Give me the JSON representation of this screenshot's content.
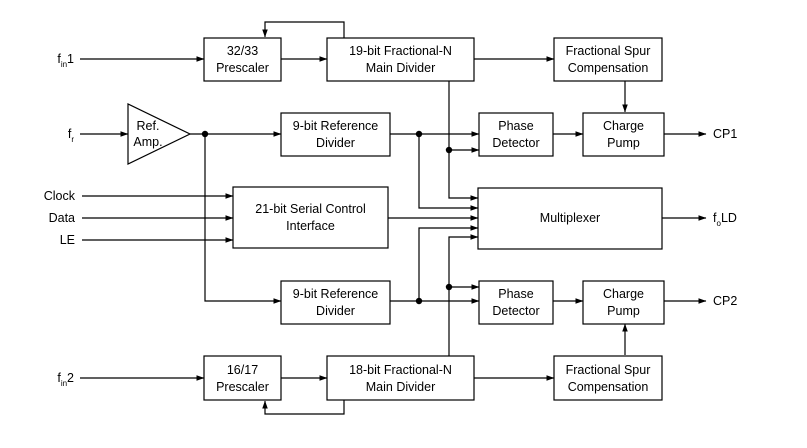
{
  "blocks": {
    "prescaler_top": [
      "32/33",
      "Prescaler"
    ],
    "main_divider_top": [
      "19-bit Fractional-N",
      "Main Divider"
    ],
    "spur_comp_top": [
      "Fractional Spur",
      "Compensation"
    ],
    "ref_amp": [
      "Ref.",
      "Amp."
    ],
    "ref_divider_top": [
      "9-bit Reference",
      "Divider"
    ],
    "phase_det_top": [
      "Phase",
      "Detector"
    ],
    "charge_pump_top": [
      "Charge",
      "Pump"
    ],
    "serial_if": [
      "21-bit Serial Control",
      "Interface"
    ],
    "multiplexer": [
      "Multiplexer"
    ],
    "ref_divider_bot": [
      "9-bit Reference",
      "Divider"
    ],
    "phase_det_bot": [
      "Phase",
      "Detector"
    ],
    "charge_pump_bot": [
      "Charge",
      "Pump"
    ],
    "prescaler_bot": [
      "16/17",
      "Prescaler"
    ],
    "main_divider_bot": [
      "18-bit Fractional-N",
      "Main Divider"
    ],
    "spur_comp_bot": [
      "Fractional Spur",
      "Compensation"
    ]
  },
  "signals": {
    "fin1": {
      "base": "f",
      "sub": "in",
      "suffix": "1"
    },
    "fr": {
      "base": "f",
      "sub": "r",
      "suffix": ""
    },
    "clock": "Clock",
    "data": "Data",
    "le": "LE",
    "fin2": {
      "base": "f",
      "sub": "in",
      "suffix": "2"
    },
    "cp1": "CP1",
    "fold": {
      "base": "f",
      "sub": "o",
      "suffix": "LD"
    },
    "cp2": "CP2"
  }
}
